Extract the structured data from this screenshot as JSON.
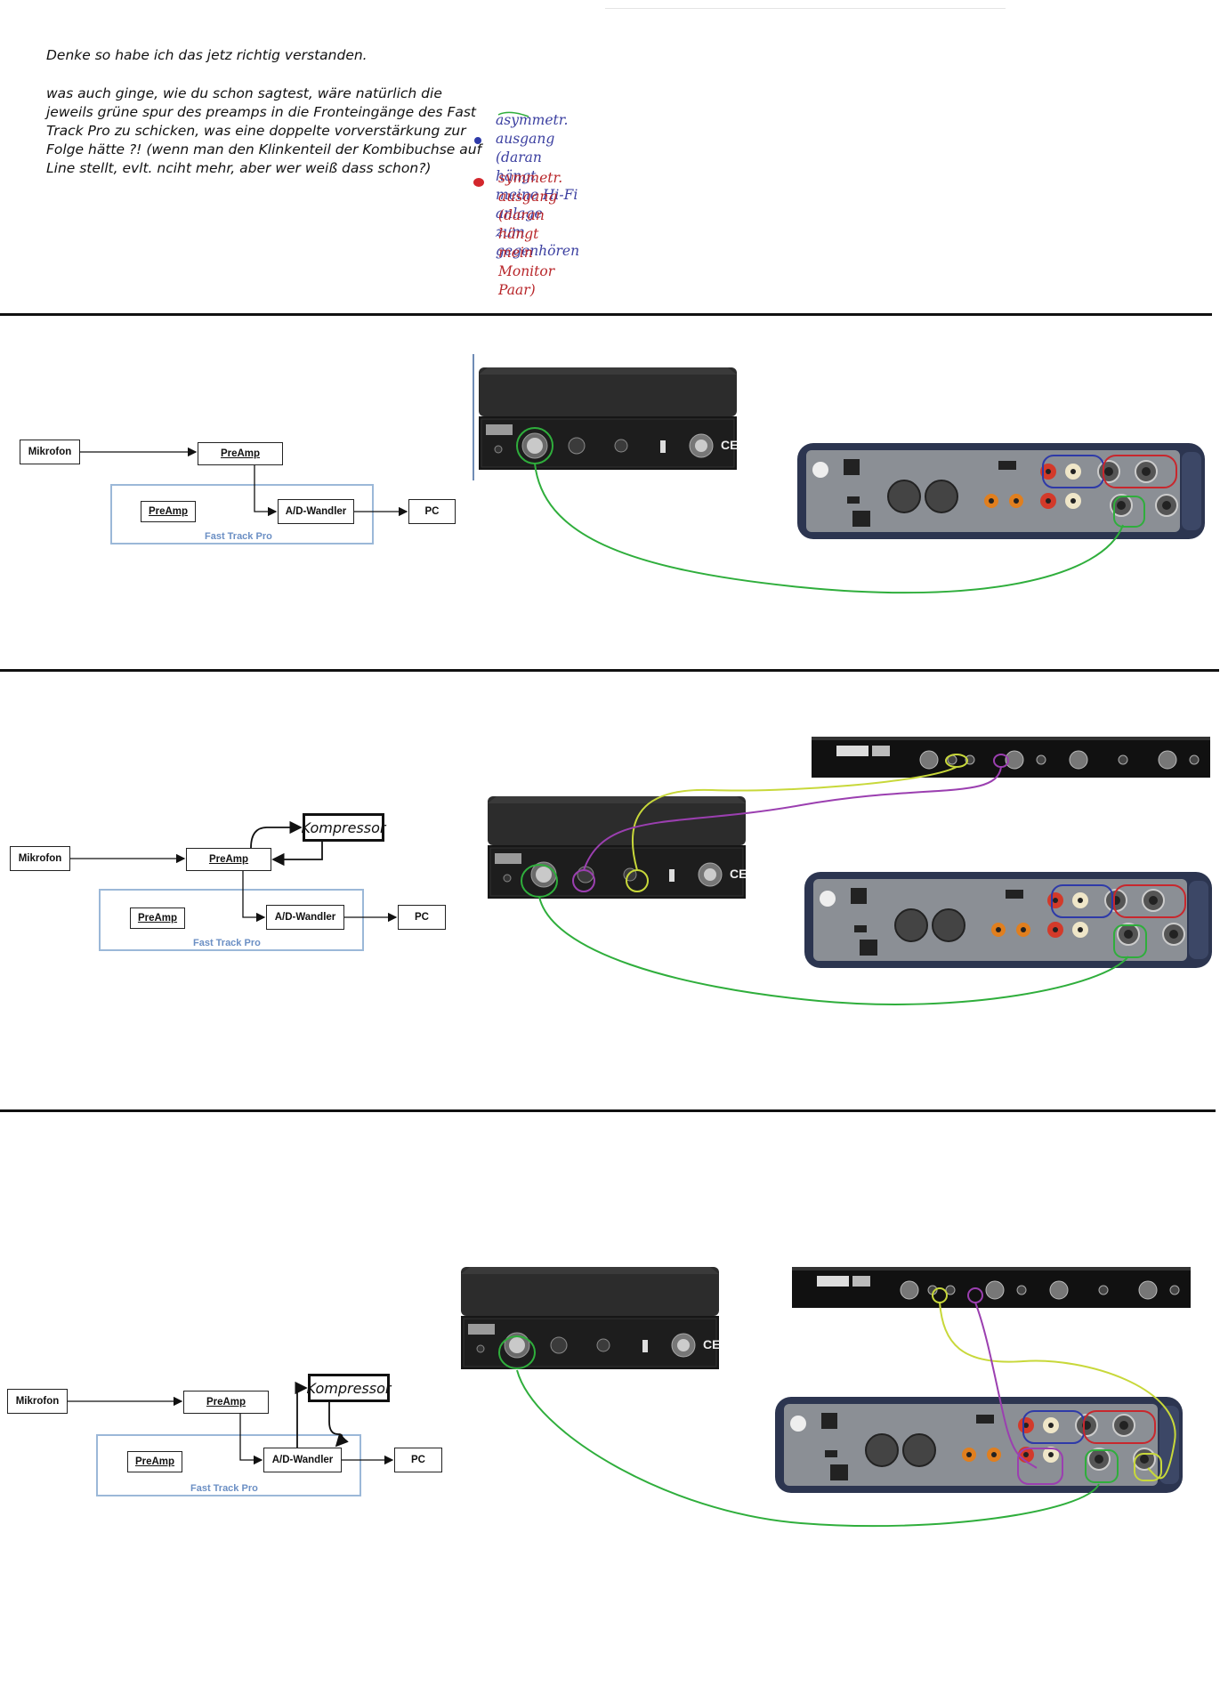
{
  "notes": {
    "line1": "Denke so habe ich das jetz richtig verstanden.",
    "para": [
      "was auch ginge, wie du schon sagtest, wäre natürlich die",
      "jeweils grüne spur des preamps in die Fronteingänge des Fast",
      "Track Pro zu schicken, was eine doppelte vorverstärkung zur",
      "Folge hätte ?! (wenn man den Klinkenteil der Kombibuchse auf",
      "Line stellt, evlt. nciht mehr, aber wer weiß dass schon?)"
    ]
  },
  "legend": {
    "asym": [
      "asymmetr. ausgang (daran",
      "hängt meine Hi-Fi anlage",
      "zum gegenhören"
    ],
    "sym": [
      "symmetr. ausgang (daran",
      "hängt mein Monitor Paar)"
    ]
  },
  "diagram": {
    "mikrofon": "Mikrofon",
    "preamp": "PreAmp",
    "adw": "A/D-Wandler",
    "pc": "PC",
    "ftp": "Fast Track Pro",
    "kompressor": "Kompressor"
  },
  "colors": {
    "green": "#2fae3c",
    "purple": "#9b3fb0",
    "yellow": "#c8d83a",
    "red": "#c8272d",
    "blue": "#2e3aa8"
  }
}
